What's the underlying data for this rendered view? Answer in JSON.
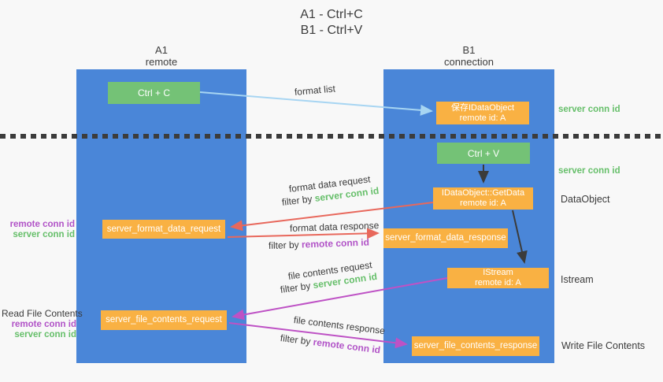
{
  "title": {
    "line1": "A1 - Ctrl+C",
    "line2": "B1 - Ctrl+V"
  },
  "lanes": {
    "a1": {
      "title": "A1",
      "subtitle": "remote"
    },
    "b1": {
      "title": "B1",
      "subtitle": "connection"
    }
  },
  "nodes": {
    "ctrl_c": {
      "label": "Ctrl + C"
    },
    "ctrl_v": {
      "label": "Ctrl + V"
    },
    "save_dataobject": {
      "line1": "保存IDataObject",
      "line2": "remote id: A"
    },
    "getdata": {
      "line1": "IDataObject::GetData",
      "line2": "remote id: A"
    },
    "istream": {
      "line1": "IStream",
      "line2": "remote id: A"
    },
    "server_format_data_request": {
      "label": "server_format_data_request"
    },
    "server_format_data_response": {
      "label": "server_format_data_response"
    },
    "server_file_contents_request": {
      "label": "server_file_contents_request"
    },
    "server_file_contents_response": {
      "label": "server_file_contents_response"
    }
  },
  "arrow_labels": {
    "format_list": "format list",
    "format_data_request": "format data request",
    "filter_by_server_1": {
      "prefix": "filter by ",
      "id": "server conn id"
    },
    "format_data_response": "format data response",
    "filter_by_remote_1": {
      "prefix": "filter by ",
      "id": "remote conn id"
    },
    "file_contents_request": "file contents request",
    "filter_by_server_2": {
      "prefix": "filter by ",
      "id": "server conn id"
    },
    "file_contents_response": "file contents response",
    "filter_by_remote_2": {
      "prefix": "filter by ",
      "id": "remote conn id"
    }
  },
  "side_labels": {
    "right_server_conn_1": "server conn id",
    "right_server_conn_2": "server conn id",
    "dataobject": "DataObject",
    "istream": "Istream",
    "write_file_contents": "Write File Contents",
    "left_remote_conn_1": "remote conn id",
    "left_server_conn_1": "server conn id",
    "read_file_contents": "Read File Contents",
    "left_remote_conn_2": "remote conn id",
    "left_server_conn_2": "server conn id"
  },
  "colors": {
    "lane_blue": "#4A86D8",
    "node_green": "#74C276",
    "node_orange": "#F9B143",
    "green_id_text": "#66BF6A",
    "purple_id_text": "#B153C7",
    "arrow_red": "#E8685C",
    "arrow_magenta": "#BE52C5",
    "arrow_light_blue": "#A7D5F2",
    "arrow_black": "#3B3B3B",
    "dotted_divider": "#3C3C3C"
  }
}
